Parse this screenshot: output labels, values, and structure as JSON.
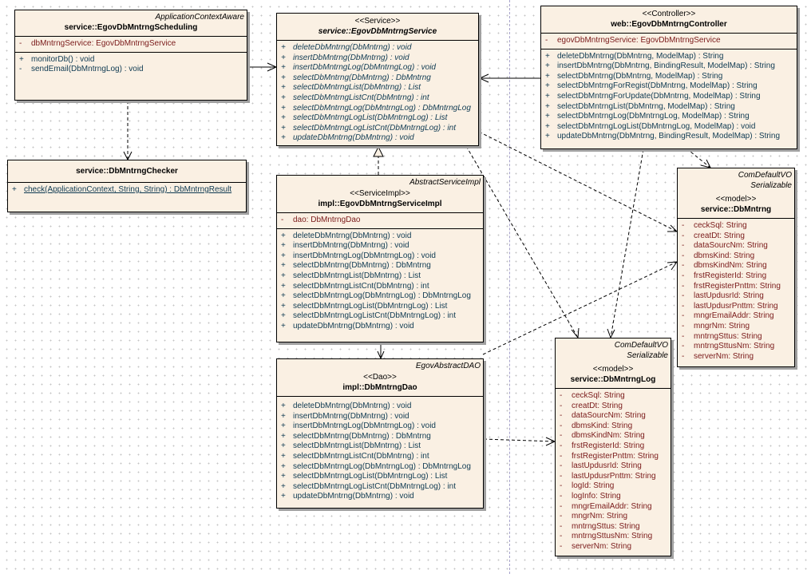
{
  "diagram": {
    "classes": {
      "scheduling": {
        "parent": "ApplicationContextAware",
        "name": "service::EgovDbMntrngScheduling",
        "attributes": [
          {
            "vis": "-",
            "text": "dbMntrngService:  EgovDbMntrngService"
          }
        ],
        "operations": [
          {
            "vis": "+",
            "text": "monitorDb() : void"
          },
          {
            "vis": "-",
            "text": "sendEmail(DbMntrngLog) : void"
          }
        ]
      },
      "checker": {
        "name": "service::DbMntrngChecker",
        "operations": [
          {
            "vis": "+",
            "text": "check(ApplicationContext, String, String) : DbMntrngResult"
          }
        ]
      },
      "service": {
        "stereotype": "<<Service>>",
        "name": "service::EgovDbMntrngService",
        "operations": [
          {
            "vis": "+",
            "text": "deleteDbMntrng(DbMntrng) : void"
          },
          {
            "vis": "+",
            "text": "insertDbMntrng(DbMntrng) : void"
          },
          {
            "vis": "+",
            "text": "insertDbMntrngLog(DbMntrngLog) : void"
          },
          {
            "vis": "+",
            "text": "selectDbMntrng(DbMntrng) : DbMntrng"
          },
          {
            "vis": "+",
            "text": "selectDbMntrngList(DbMntrng) : List"
          },
          {
            "vis": "+",
            "text": "selectDbMntrngListCnt(DbMntrng) : int"
          },
          {
            "vis": "+",
            "text": "selectDbMntrngLog(DbMntrngLog) : DbMntrngLog"
          },
          {
            "vis": "+",
            "text": "selectDbMntrngLogList(DbMntrngLog) : List"
          },
          {
            "vis": "+",
            "text": "selectDbMntrngLogListCnt(DbMntrngLog) : int"
          },
          {
            "vis": "+",
            "text": "updateDbMntrng(DbMntrng) : void"
          }
        ]
      },
      "serviceImpl": {
        "parent": "AbstractServiceImpl",
        "stereotype": "<<ServiceImpl>>",
        "name": "impl::EgovDbMntrngServiceImpl",
        "attributes": [
          {
            "vis": "-",
            "text": "dao:  DbMntrngDao"
          }
        ],
        "operations": [
          {
            "vis": "+",
            "text": "deleteDbMntrng(DbMntrng) : void"
          },
          {
            "vis": "+",
            "text": "insertDbMntrng(DbMntrng) : void"
          },
          {
            "vis": "+",
            "text": "insertDbMntrngLog(DbMntrngLog) : void"
          },
          {
            "vis": "+",
            "text": "selectDbMntrng(DbMntrng) : DbMntrng"
          },
          {
            "vis": "+",
            "text": "selectDbMntrngList(DbMntrng) : List"
          },
          {
            "vis": "+",
            "text": "selectDbMntrngListCnt(DbMntrng) : int"
          },
          {
            "vis": "+",
            "text": "selectDbMntrngLog(DbMntrngLog) : DbMntrngLog"
          },
          {
            "vis": "+",
            "text": "selectDbMntrngLogList(DbMntrngLog) : List"
          },
          {
            "vis": "+",
            "text": "selectDbMntrngLogListCnt(DbMntrngLog) : int"
          },
          {
            "vis": "+",
            "text": "updateDbMntrng(DbMntrng) : void"
          }
        ]
      },
      "dao": {
        "parent": "EgovAbstractDAO",
        "stereotype": "<<Dao>>",
        "name": "impl::DbMntrngDao",
        "operations": [
          {
            "vis": "+",
            "text": "deleteDbMntrng(DbMntrng) : void"
          },
          {
            "vis": "+",
            "text": "insertDbMntrng(DbMntrng) : void"
          },
          {
            "vis": "+",
            "text": "insertDbMntrngLog(DbMntrngLog) : void"
          },
          {
            "vis": "+",
            "text": "selectDbMntrng(DbMntrng) : DbMntrng"
          },
          {
            "vis": "+",
            "text": "selectDbMntrngList(DbMntrng) : List"
          },
          {
            "vis": "+",
            "text": "selectDbMntrngListCnt(DbMntrng) : int"
          },
          {
            "vis": "+",
            "text": "selectDbMntrngLog(DbMntrngLog) : DbMntrngLog"
          },
          {
            "vis": "+",
            "text": "selectDbMntrngLogList(DbMntrngLog) : List"
          },
          {
            "vis": "+",
            "text": "selectDbMntrngLogListCnt(DbMntrngLog) : int"
          },
          {
            "vis": "+",
            "text": "updateDbMntrng(DbMntrng) : void"
          }
        ]
      },
      "controller": {
        "stereotype": "<<Controller>>",
        "name": "web::EgovDbMntrngController",
        "attributes": [
          {
            "vis": "-",
            "text": "egovDbMntrngService:  EgovDbMntrngService"
          }
        ],
        "operations": [
          {
            "vis": "+",
            "text": "deleteDbMntrng(DbMntrng, ModelMap) : String"
          },
          {
            "vis": "+",
            "text": "insertDbMntrng(DbMntrng, BindingResult, ModelMap) : String"
          },
          {
            "vis": "+",
            "text": "selectDbMntrng(DbMntrng, ModelMap) : String"
          },
          {
            "vis": "+",
            "text": "selectDbMntrngForRegist(DbMntrng, ModelMap) : String"
          },
          {
            "vis": "+",
            "text": "selectDbMntrngForUpdate(DbMntrng, ModelMap) : String"
          },
          {
            "vis": "+",
            "text": "selectDbMntrngList(DbMntrng, ModelMap) : String"
          },
          {
            "vis": "+",
            "text": "selectDbMntrngLog(DbMntrngLog, ModelMap) : String"
          },
          {
            "vis": "+",
            "text": "selectDbMntrngLogList(DbMntrngLog, ModelMap) : void"
          },
          {
            "vis": "+",
            "text": "updateDbMntrng(DbMntrng, BindingResult, ModelMap) : String"
          }
        ]
      },
      "model": {
        "parent1": "ComDefaultVO",
        "parent2": "Serializable",
        "stereotype": "<<model>>",
        "name": "service::DbMntrng",
        "attributes": [
          {
            "vis": "-",
            "text": "ceckSql:  String"
          },
          {
            "vis": "-",
            "text": "creatDt:  String"
          },
          {
            "vis": "-",
            "text": "dataSourcNm:  String"
          },
          {
            "vis": "-",
            "text": "dbmsKind:  String"
          },
          {
            "vis": "-",
            "text": "dbmsKindNm:  String"
          },
          {
            "vis": "-",
            "text": "frstRegisterId:  String"
          },
          {
            "vis": "-",
            "text": "frstRegisterPnttm:  String"
          },
          {
            "vis": "-",
            "text": "lastUpdusrId:  String"
          },
          {
            "vis": "-",
            "text": "lastUpdusrPnttm:  String"
          },
          {
            "vis": "-",
            "text": "mngrEmailAddr:  String"
          },
          {
            "vis": "-",
            "text": "mngrNm:  String"
          },
          {
            "vis": "-",
            "text": "mntrngSttus:  String"
          },
          {
            "vis": "-",
            "text": "mntrngSttusNm:  String"
          },
          {
            "vis": "-",
            "text": "serverNm:  String"
          }
        ]
      },
      "modelLog": {
        "parent1": "ComDefaultVO",
        "parent2": "Serializable",
        "stereotype": "<<model>>",
        "name": "service::DbMntrngLog",
        "attributes": [
          {
            "vis": "-",
            "text": "ceckSql:  String"
          },
          {
            "vis": "-",
            "text": "creatDt:  String"
          },
          {
            "vis": "-",
            "text": "dataSourcNm:  String"
          },
          {
            "vis": "-",
            "text": "dbmsKind:  String"
          },
          {
            "vis": "-",
            "text": "dbmsKindNm:  String"
          },
          {
            "vis": "-",
            "text": "frstRegisterId:  String"
          },
          {
            "vis": "-",
            "text": "frstRegisterPnttm:  String"
          },
          {
            "vis": "-",
            "text": "lastUpdusrId:  String"
          },
          {
            "vis": "-",
            "text": "lastUpdusrPnttm:  String"
          },
          {
            "vis": "-",
            "text": "logId:  String"
          },
          {
            "vis": "-",
            "text": "logInfo:  String"
          },
          {
            "vis": "-",
            "text": "mngrEmailAddr:  String"
          },
          {
            "vis": "-",
            "text": "mngrNm:  String"
          },
          {
            "vis": "-",
            "text": "mntrngSttus:  String"
          },
          {
            "vis": "-",
            "text": "mntrngSttusNm:  String"
          },
          {
            "vis": "-",
            "text": "serverNm:  String"
          }
        ]
      }
    },
    "relationships": [
      {
        "from": "scheduling",
        "to": "service",
        "kind": "association"
      },
      {
        "from": "scheduling",
        "to": "checker",
        "kind": "dependency"
      },
      {
        "from": "controller",
        "to": "service",
        "kind": "association"
      },
      {
        "from": "serviceImpl",
        "to": "service",
        "kind": "realization"
      },
      {
        "from": "serviceImpl",
        "to": "dao",
        "kind": "association"
      },
      {
        "from": "service",
        "to": "model",
        "kind": "dependency"
      },
      {
        "from": "service",
        "to": "modelLog",
        "kind": "dependency"
      },
      {
        "from": "controller",
        "to": "model",
        "kind": "dependency"
      },
      {
        "from": "controller",
        "to": "modelLog",
        "kind": "dependency"
      },
      {
        "from": "dao",
        "to": "model",
        "kind": "dependency"
      },
      {
        "from": "dao",
        "to": "modelLog",
        "kind": "dependency"
      }
    ],
    "colors": {
      "class_fill": "#faf0e3",
      "attribute_text": "#7a1a1a",
      "operation_text": "#0f3a52",
      "page_break": "#a8a4cc"
    }
  }
}
